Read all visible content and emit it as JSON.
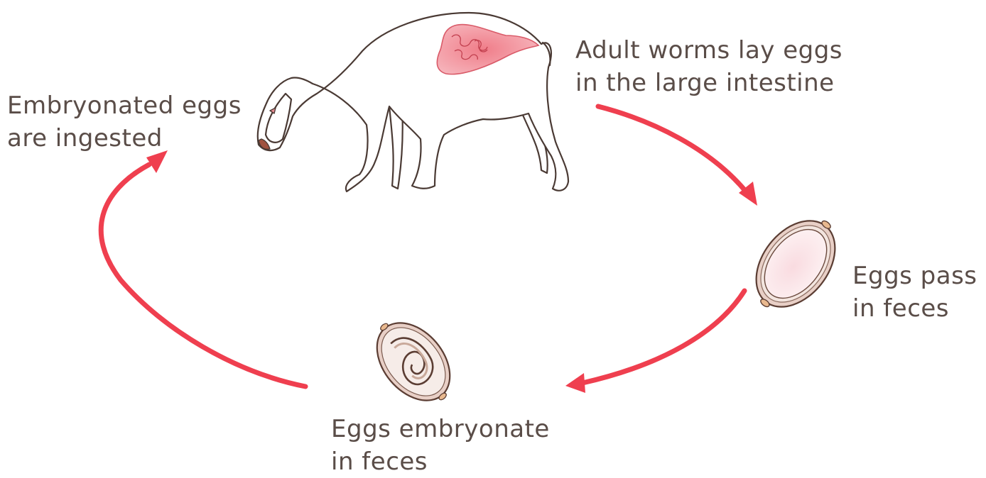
{
  "labels": {
    "adult_worms": [
      "Adult worms lay eggs",
      "in the large intestine"
    ],
    "eggs_pass": [
      "Eggs pass",
      "in feces"
    ],
    "eggs_embryonate": [
      "Eggs embryonate",
      "in feces"
    ],
    "eggs_ingested": [
      "Embryonated eggs",
      "are ingested"
    ]
  },
  "colors": {
    "arrow": "#ef3f4f",
    "text": "#5a4d48",
    "outline": "#4a3a34",
    "intestine": "#e9737f",
    "egg_shell": "#c9a99a"
  },
  "icons": [
    "dog-illustration",
    "intestine-icon",
    "unembryonated-egg-icon",
    "embryonated-egg-icon"
  ]
}
